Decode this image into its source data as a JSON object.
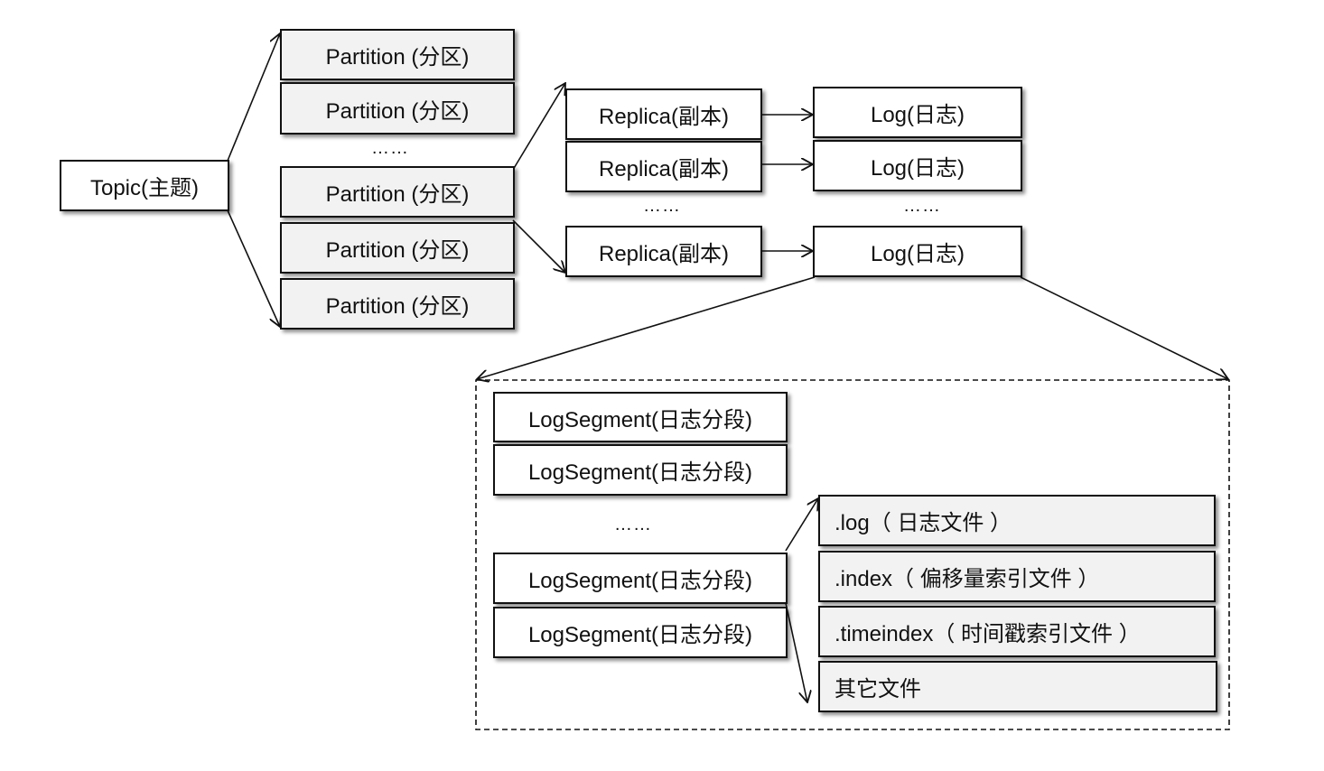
{
  "topic": "Topic(主题)",
  "partitions": [
    "Partition (分区)",
    "Partition (分区)",
    "Partition (分区)",
    "Partition (分区)",
    "Partition (分区)"
  ],
  "partition_ellipsis": "……",
  "replicas": [
    "Replica(副本)",
    "Replica(副本)",
    "Replica(副本)"
  ],
  "replica_ellipsis": "……",
  "logs": [
    "Log(日志)",
    "Log(日志)",
    "Log(日志)"
  ],
  "log_ellipsis": "……",
  "segments": [
    "LogSegment(日志分段)",
    "LogSegment(日志分段)",
    "LogSegment(日志分段)",
    "LogSegment(日志分段)"
  ],
  "segment_ellipsis": "……",
  "files": [
    ".log（ 日志文件 ）",
    ".index（ 偏移量索引文件 ）",
    ".timeindex（ 时间戳索引文件 ）",
    "其它文件"
  ]
}
